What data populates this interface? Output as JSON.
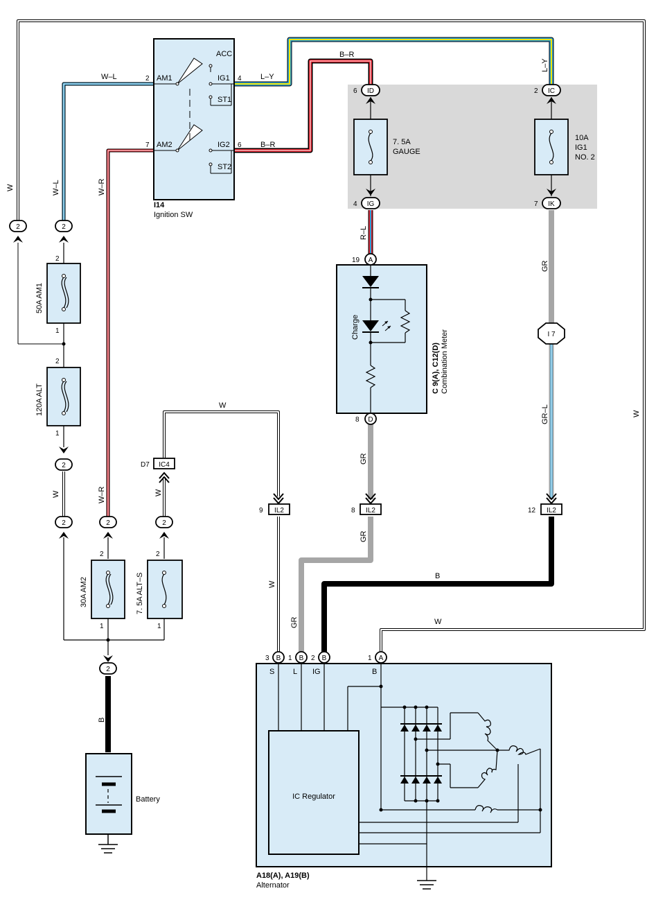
{
  "components": {
    "ignition_switch": {
      "code": "I14",
      "name": "Ignition SW",
      "terminals": [
        "ACC",
        "AM1",
        "IG1",
        "ST1",
        "AM2",
        "IG2",
        "ST2"
      ],
      "pins": [
        "2",
        "4",
        "7",
        "6"
      ]
    },
    "junction_block": {
      "gauge_fuse": {
        "rating": "7. 5A",
        "name": "GAUGE"
      },
      "ig1_fuse": {
        "rating": "10A",
        "name": "IG1",
        "name2": "NO. 2"
      },
      "connectors": {
        "in_left": "ID",
        "out_left": "IG",
        "in_right": "IC",
        "out_right": "IK"
      },
      "pins": {
        "in_left": "6",
        "out_left": "4",
        "in_right": "2",
        "out_right": "7"
      }
    },
    "fuses": {
      "am1": "50A AM1",
      "alt": "120A ALT",
      "am2": "30A AM2",
      "alts": "7. 5A ALT–S"
    },
    "combination_meter": {
      "code": "C 9(A), C12(D)",
      "name": "Combination Meter",
      "lamp": "Charge",
      "pin_top": "19",
      "conn_top": "A",
      "pin_bottom": "8",
      "conn_bottom": "D"
    },
    "battery": {
      "name": "Battery"
    },
    "alternator": {
      "code": "A18(A), A19(B)",
      "name": "Alternator",
      "regulator": "IC Regulator",
      "terminals": [
        "S",
        "L",
        "IG",
        "B"
      ],
      "pins": [
        "3",
        "1",
        "2",
        "1"
      ],
      "conns": [
        "B",
        "B",
        "B",
        "A"
      ]
    },
    "connectors": {
      "d7": "D7",
      "ic4": "IC4",
      "il2": "IL2",
      "i7": "I 7",
      "il2_pins": [
        "9",
        "8",
        "12"
      ],
      "small": "2"
    }
  },
  "wires": {
    "w": "W",
    "wl": "W–L",
    "wr": "W–R",
    "ly": "L–Y",
    "br": "B–R",
    "rl": "R–L",
    "gr": "GR",
    "grl": "GR–L",
    "b": "B"
  },
  "fuse_pins": {
    "top": "2",
    "bottom": "1"
  },
  "colors": {
    "body": "#d8ebf7",
    "junction": "#d9d9d9",
    "white_wire": "#ffffff",
    "blue": "#2b9fd6",
    "yellow": "#f2e600",
    "red": "#e0202d",
    "gray": "#a6a6a6",
    "black": "#000000"
  }
}
